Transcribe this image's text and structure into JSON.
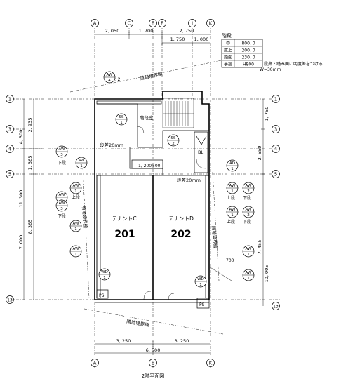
{
  "grid_top": {
    "a": "A",
    "c": "C",
    "e": "E",
    "f": "F",
    "i": "I",
    "k": "K"
  },
  "grid_bottom": {
    "a": "A",
    "e": "E",
    "k": "K"
  },
  "grid_left": {
    "g1": "1",
    "g3": "3",
    "g4": "4",
    "g5": "5",
    "g13": "13"
  },
  "grid_right": {
    "g1": "1",
    "g3": "3",
    "g4": "4",
    "g5": "5",
    "g13": "13"
  },
  "dims_top": {
    "d1": "2, 050",
    "d2": "1, 700",
    "d3": "2, 750",
    "d4": "1, 750",
    "d5": "1, 000"
  },
  "dims_bottom": {
    "d1": "3, 250",
    "d2": "3, 250",
    "total": "6, 500"
  },
  "dims_left": {
    "a": "2, 935",
    "b": "4, 300",
    "c": "1, 365",
    "d": "11, 300",
    "e": "8, 365",
    "f": "7, 000"
  },
  "dims_right": {
    "a": "1, 750",
    "b": "2, 550",
    "c": "7, 455",
    "d": "10, 005"
  },
  "stair_table": {
    "title": "階段",
    "rows": [
      {
        "k": "巾",
        "v": "800. 0"
      },
      {
        "k": "蹴上",
        "v": "200. 0"
      },
      {
        "k": "踏面",
        "v": "230. 0"
      },
      {
        "k": "手摺",
        "v": "H800"
      }
    ],
    "note": "段鼻・踏み面に明度差をつける",
    "note2": "W=30mm"
  },
  "labels": {
    "road_boundary": "道路境界線",
    "site_boundary_left": "隣地境界線",
    "site_boundary_right": "隣地境界線",
    "site_boundary_bottom": "隣地境界線",
    "stair_room": "階段室",
    "step1": "段差20mm",
    "step2": "段差20mm",
    "dim_1200": "1, 200",
    "dim_500": "500",
    "dim_700": "700",
    "bl": "BL",
    "ps_left": "PS",
    "ps_right": "PS",
    "tenant_c": "テナントC",
    "tenant_d": "テナントD",
    "unit_c": "201",
    "unit_d": "202",
    "x2": "× 2",
    "sheet_title": "2階平面図"
  },
  "marks": {
    "aw": "AW",
    "ss": "SS",
    "ad": "AD",
    "wd": "WD",
    "wd_num": "1",
    "n1": "1",
    "n2": "2",
    "n3": "3",
    "n4": "4",
    "lower": "下段",
    "upper": "上段"
  }
}
